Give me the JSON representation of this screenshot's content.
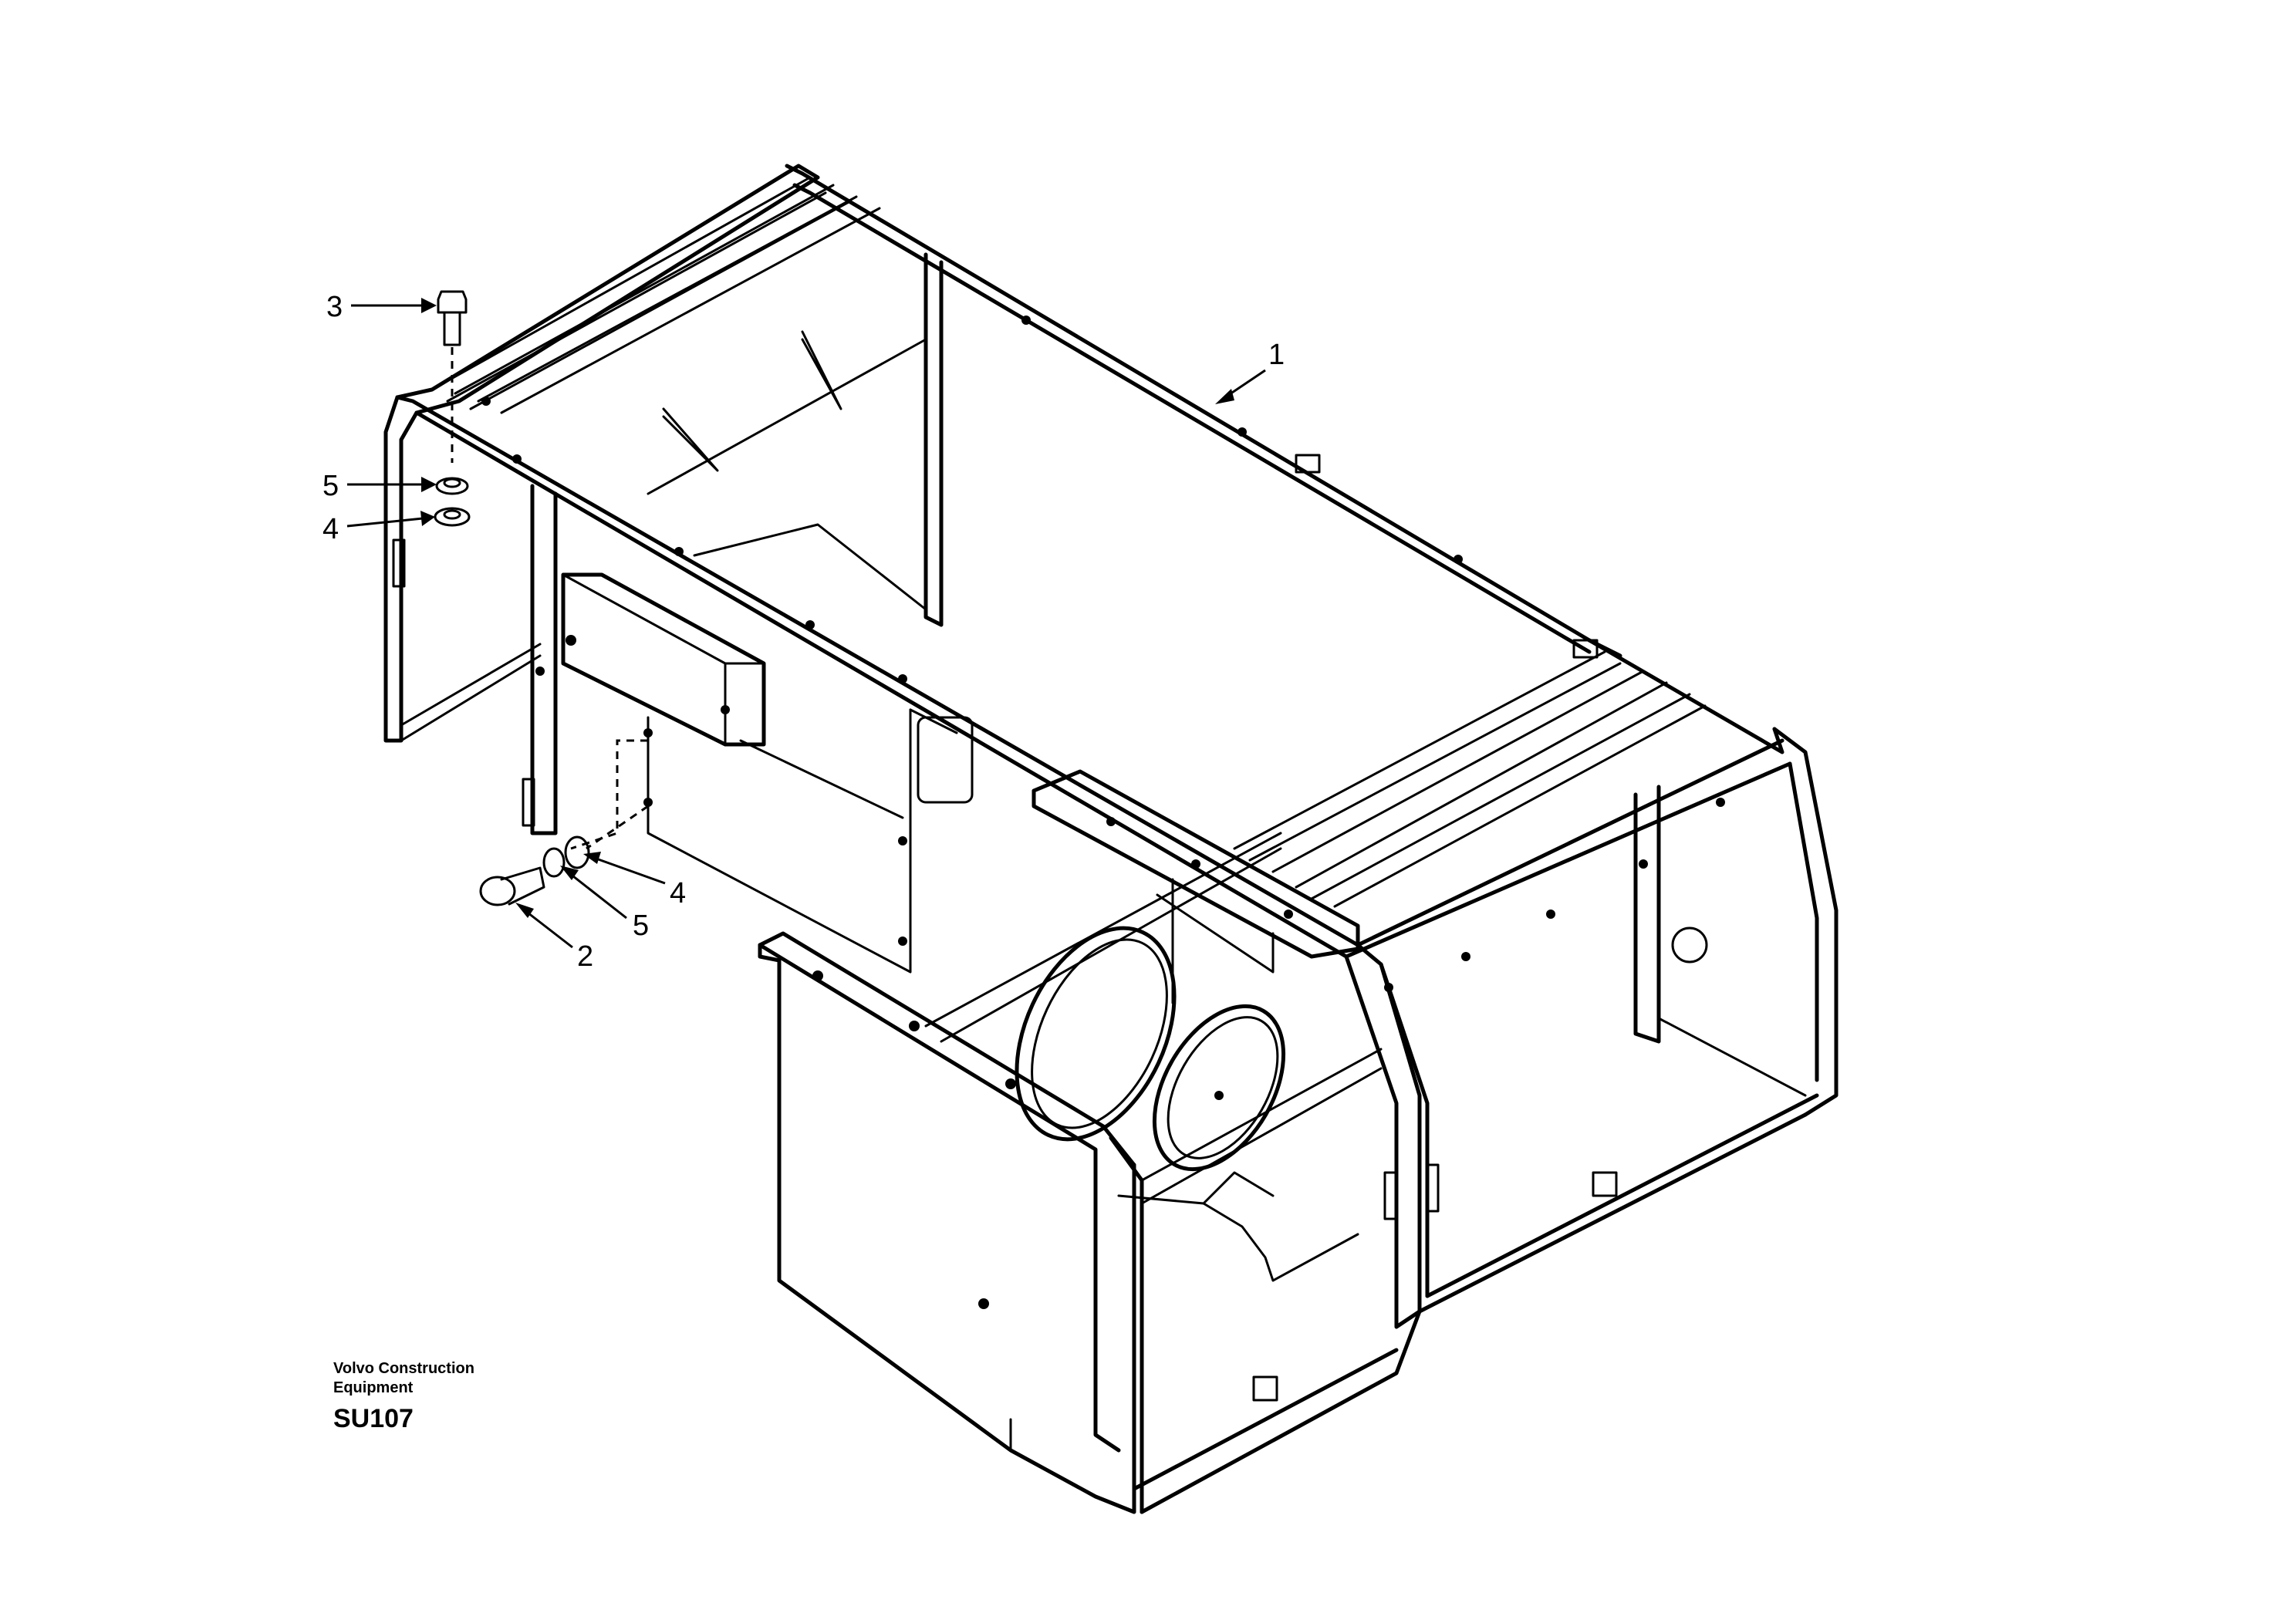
{
  "diagram": {
    "callouts": [
      {
        "id": "callout-1",
        "label": "1"
      },
      {
        "id": "callout-2",
        "label": "2"
      },
      {
        "id": "callout-3",
        "label": "3"
      },
      {
        "id": "callout-4-top",
        "label": "4"
      },
      {
        "id": "callout-5-top",
        "label": "5"
      },
      {
        "id": "callout-4-bottom",
        "label": "4"
      },
      {
        "id": "callout-5-bottom",
        "label": "5"
      }
    ]
  },
  "caption": {
    "maker": "Volvo Construction Equipment",
    "code": "SU107"
  }
}
